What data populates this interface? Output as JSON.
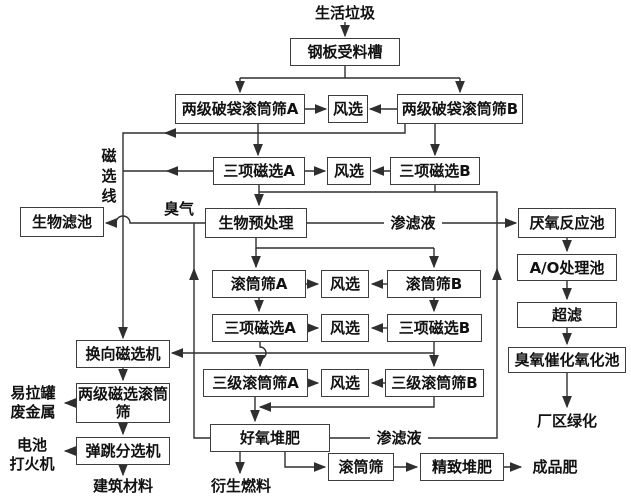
{
  "diagram": {
    "background": "#ffffff",
    "line_color": "#2f2f2f",
    "box_border_color": "#3d3d3d",
    "source_label": "生活垃圾",
    "pretreatment": {
      "steel_trough": "钢板受料槽",
      "bag_break_a": "两级破袋滚筒筛A",
      "wind_1": "风选",
      "bag_break_b": "两级破袋滚筒筛B",
      "mag_select_a1": "三项磁选A",
      "wind_2": "风选",
      "mag_select_b1": "三项磁选B",
      "mag_line": "磁\n选\n线"
    },
    "bio": {
      "biofilter": "生物滤池",
      "odor": "臭气",
      "pretreat": "生物预处理",
      "leachate_top": "渗滤液"
    },
    "water": {
      "anaerobic": "厌氧反应池",
      "ao": "A/O处理池",
      "ultrafiltration": "超滤",
      "ozone_catalytic": "臭氧催化氧化池",
      "greening": "厂区绿化"
    },
    "sorting": {
      "drum_a": "滚筒筛A",
      "wind_3": "风选",
      "drum_b": "滚筒筛B",
      "mag_select_a2": "三项磁选A",
      "wind_4": "风选",
      "mag_select_b2": "三项磁选B",
      "tertiary_drum_a": "三级滚筒筛A",
      "wind_5": "风选",
      "tertiary_drum_b": "三级滚筒筛B"
    },
    "metal": {
      "reversing_mag": "换向磁选机",
      "two_stage_mag_drum": "两级磁选滚筒筛",
      "cans_scrap": "易拉罐\n废金属",
      "bounce_sorter": "弹跳分选机",
      "battery_lighter": "电池\n打火机",
      "construction": "建筑材料"
    },
    "compost": {
      "aerobic": "好氧堆肥",
      "leachate_bottom": "渗滤液",
      "derived_fuel": "衍生燃料",
      "drum": "滚筒筛",
      "fine_compost": "精致堆肥",
      "finished": "成品肥"
    }
  }
}
